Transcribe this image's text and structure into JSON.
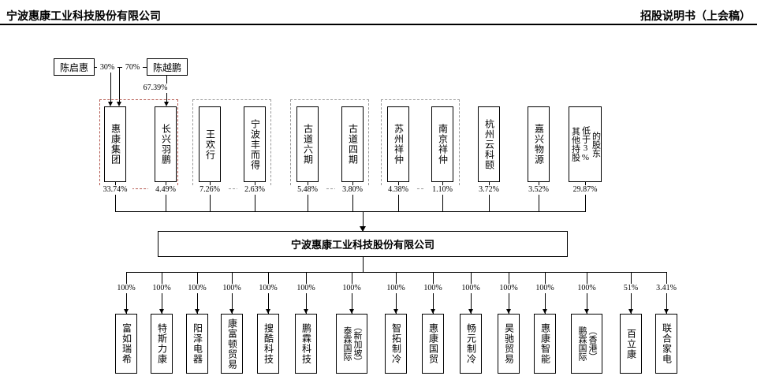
{
  "header": {
    "left": "宁波惠康工业科技股份有限公司",
    "right": "招股说明书（上会稿）"
  },
  "persons": [
    {
      "name": "陈启惠",
      "pct": "30%"
    },
    {
      "name": "陈越鹏",
      "pct": "70%",
      "sub_pct": "67.39%"
    }
  ],
  "shareholders": [
    {
      "name": "惠康集团",
      "pct": "33.74%"
    },
    {
      "name": "长兴羽鹏",
      "pct": "4.49%"
    },
    {
      "name": "王欢行",
      "pct": "7.26%"
    },
    {
      "name": "宁波丰而得",
      "pct": "2.63%"
    },
    {
      "name": "古道六期",
      "pct": "5.48%"
    },
    {
      "name": "古道四期",
      "pct": "3.80%"
    },
    {
      "name": "苏州祥仲",
      "pct": "4.38%"
    },
    {
      "name": "南京祥仲",
      "pct": "1.10%"
    },
    {
      "name": "杭州云科颐",
      "pct": "3.72%"
    },
    {
      "name": "嘉兴物源",
      "pct": "3.52%"
    },
    {
      "name": "其他持股\n低于3%\n的股东",
      "pct": "29.87%"
    }
  ],
  "company": {
    "name": "宁波惠康工业科技股份有限公司"
  },
  "subsidiaries": [
    {
      "name": "富如瑞希",
      "pct": "100%"
    },
    {
      "name": "特斯力康",
      "pct": "100%"
    },
    {
      "name": "阳泽电器",
      "pct": "100%"
    },
    {
      "name": "康富顿贸易",
      "pct": "100%"
    },
    {
      "name": "搜酷科技",
      "pct": "100%"
    },
    {
      "name": "鹏霖科技",
      "pct": "100%"
    },
    {
      "name": "泰霖国际\n（新加坡）",
      "pct": "100%"
    },
    {
      "name": "智拓制冷",
      "pct": "100%"
    },
    {
      "name": "惠康国贸",
      "pct": "100%"
    },
    {
      "name": "畅元制冷",
      "pct": "100%"
    },
    {
      "name": "昊驰贸易",
      "pct": "100%"
    },
    {
      "name": "惠康智能",
      "pct": "100%"
    },
    {
      "name": "鹏霖国际\n（香港）",
      "pct": "100%"
    },
    {
      "name": "百立康",
      "pct": "51%"
    },
    {
      "name": "联合家电",
      "pct": "3.41%"
    }
  ]
}
